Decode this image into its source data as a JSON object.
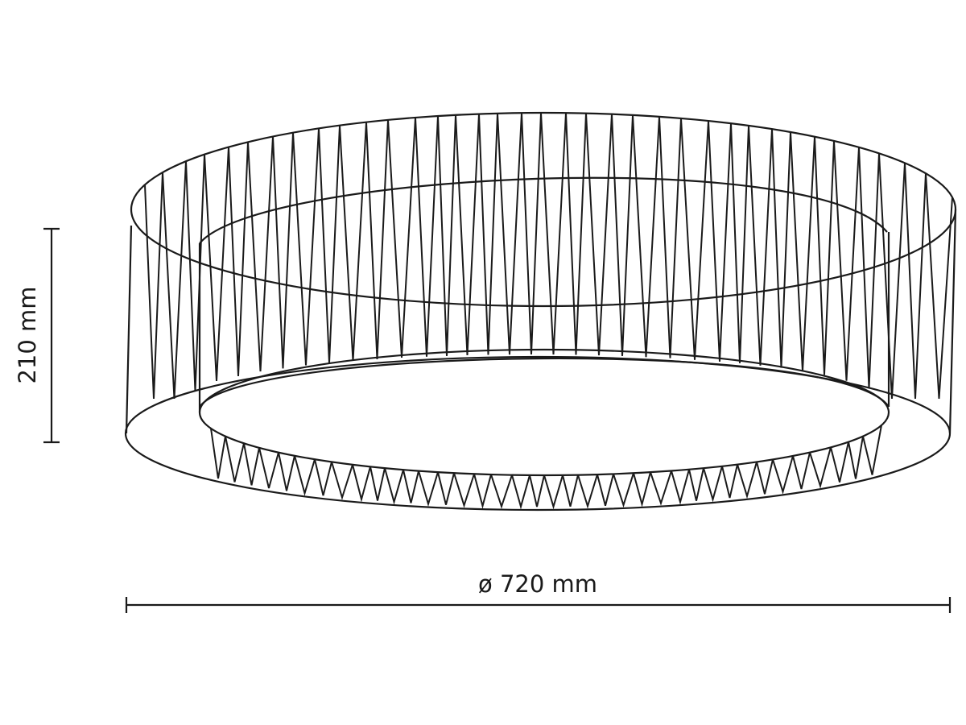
{
  "dimensions": {
    "height": "210 mm",
    "diameter": "ø 720 mm"
  },
  "colors": {
    "line": "#1a1a1a",
    "background": "#ffffff"
  },
  "object": "ceiling-lamp-line-drawing"
}
